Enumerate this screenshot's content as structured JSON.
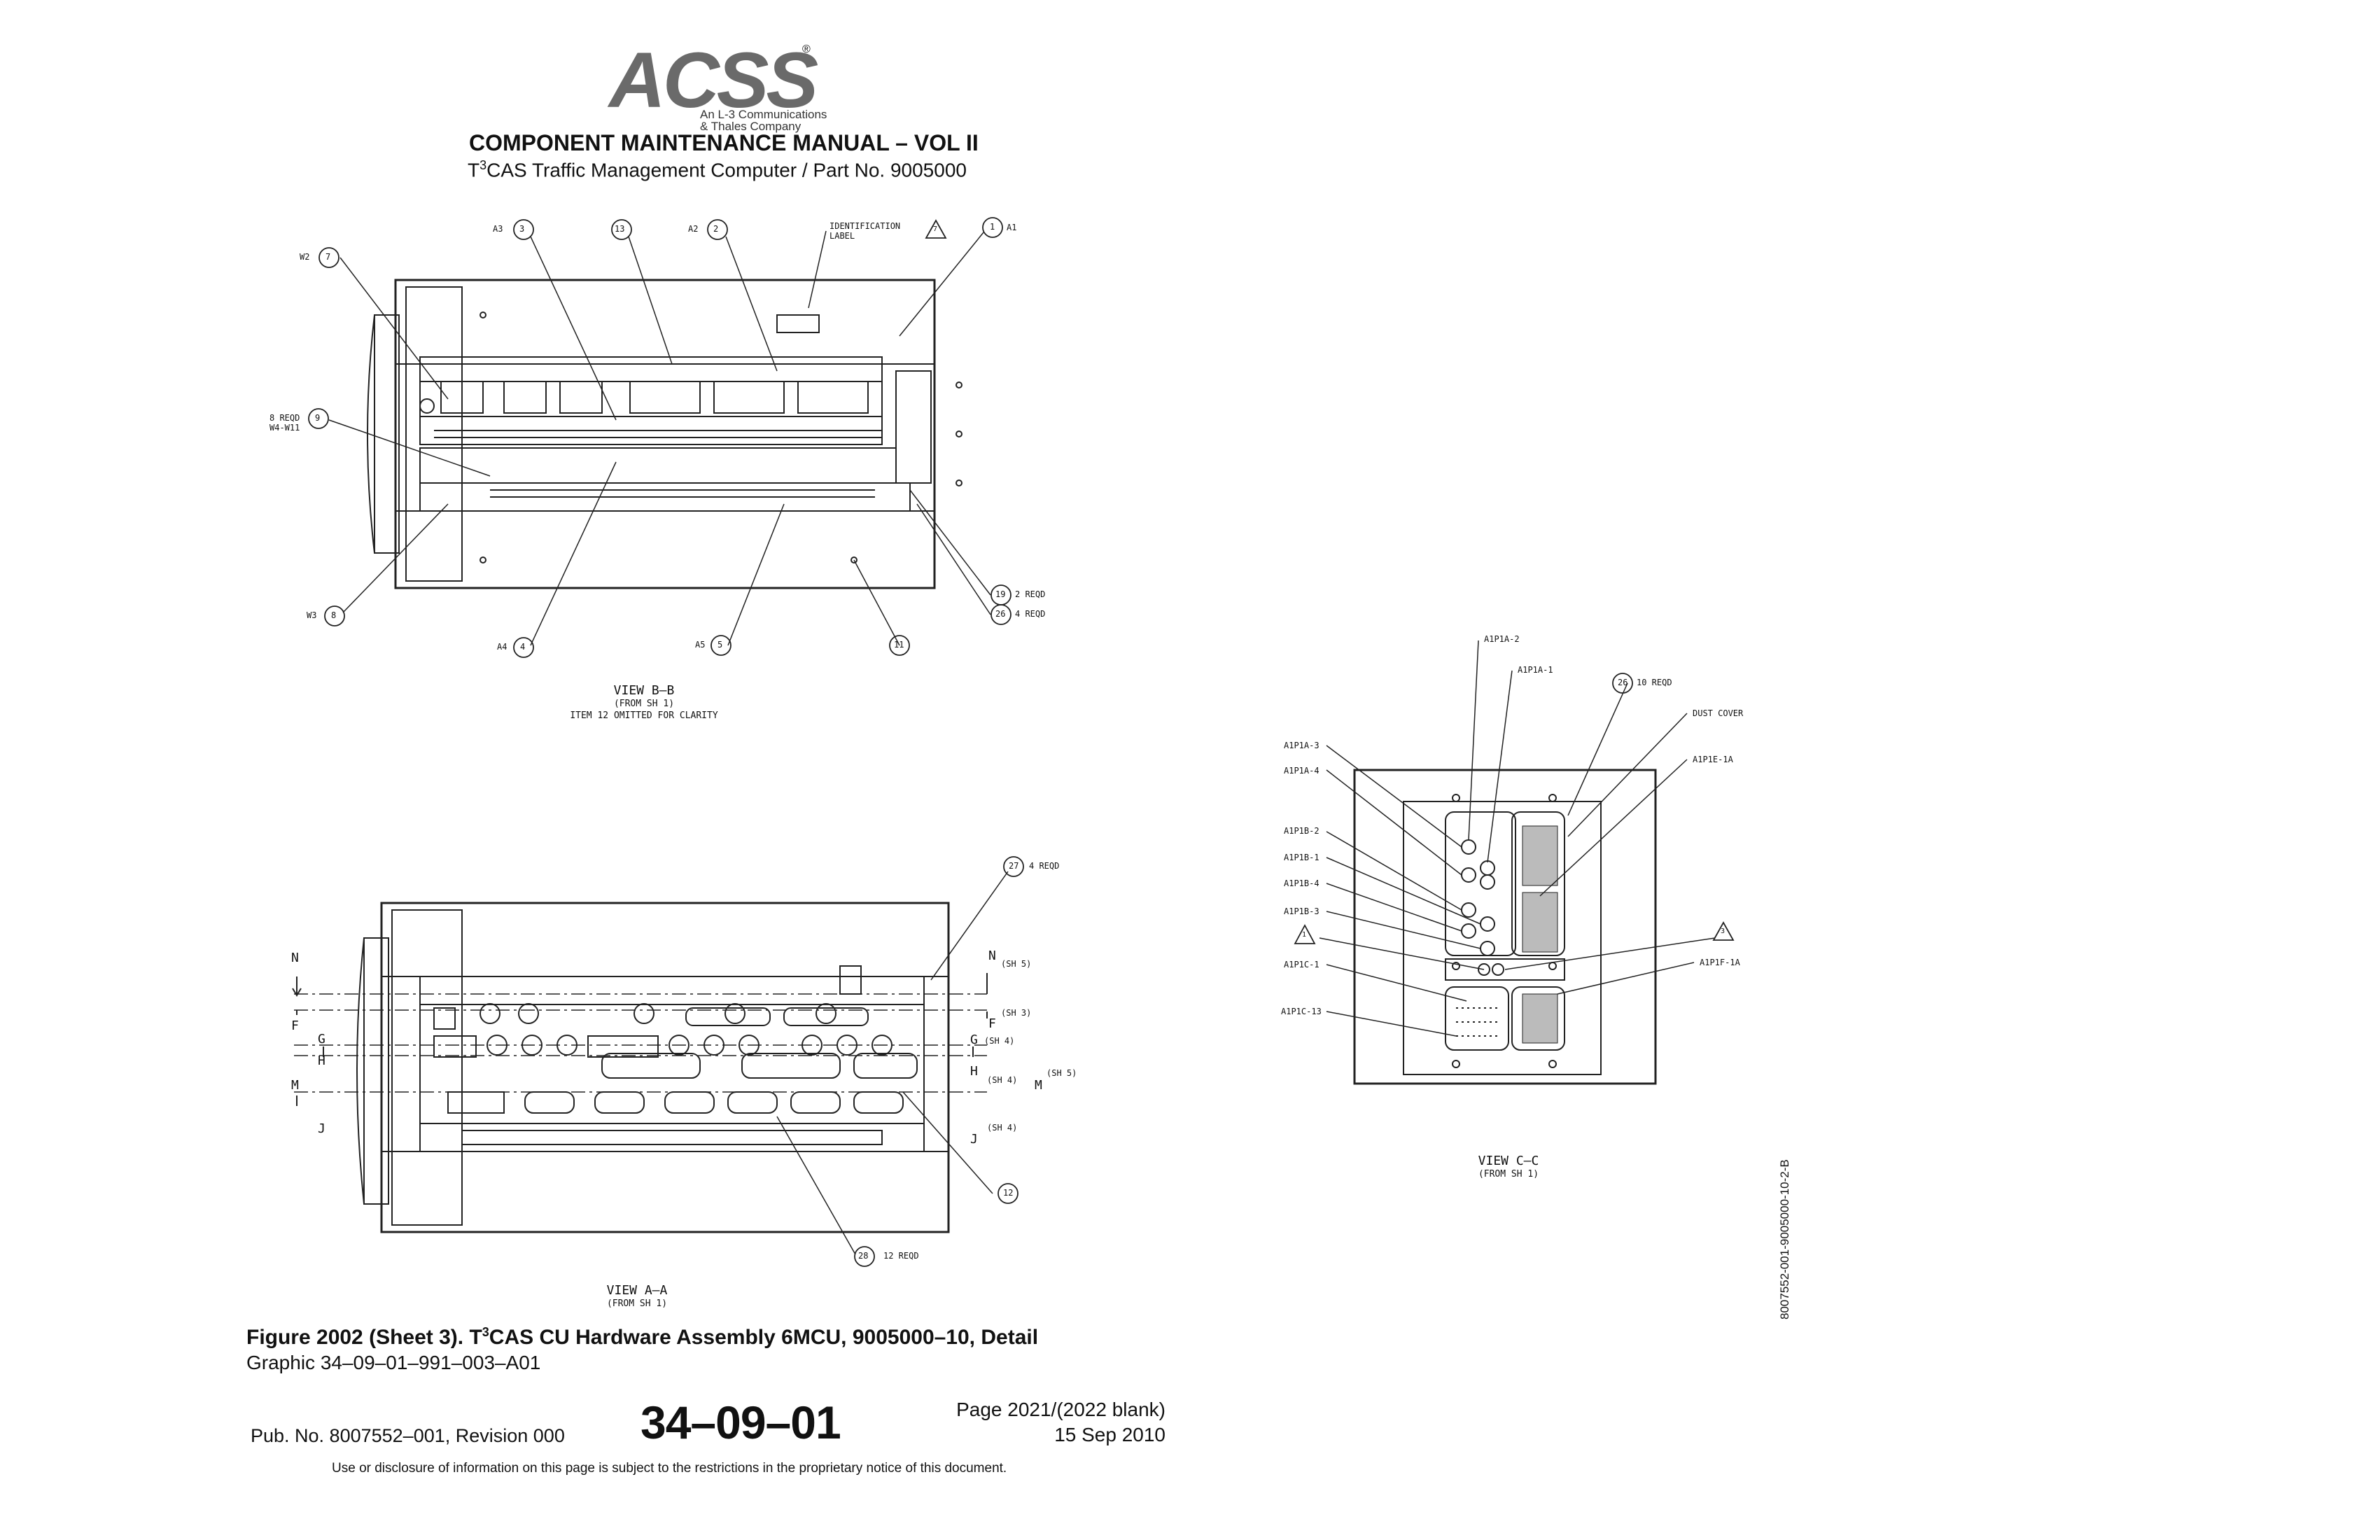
{
  "header": {
    "logo_text": "ACSS",
    "logo_sub1": "An L-3 Communications",
    "logo_sub2": "& Thales Company",
    "title": "COMPONENT MAINTENANCE MANUAL – VOL II",
    "subtitle_pre": "T",
    "subtitle_sup": "3",
    "subtitle_post": "CAS Traffic Management Computer / Part No. 9005000"
  },
  "view_bb": {
    "title": "VIEW B–B",
    "from": "(FROM SH 1)",
    "note": "ITEM 12 OMITTED FOR CLARITY",
    "callouts": {
      "a3": "A3",
      "a2": "A2",
      "a1": "A1",
      "w2": "W2",
      "reqd8": "8 REQD",
      "w4w11": "W4-W11",
      "w3": "W3",
      "a4": "A4",
      "a5": "A5",
      "ident": "IDENTIFICATION",
      "label": "LABEL",
      "reqd2": "2 REQD",
      "reqd4": "4 REQD",
      "n3": "3",
      "n13": "13",
      "n2": "2",
      "n1": "1",
      "n7": "7",
      "n9": "9",
      "n8": "8",
      "n4": "4",
      "n5": "5",
      "n11": "11",
      "n19": "19",
      "n26": "26",
      "tri7": "7"
    }
  },
  "view_aa": {
    "title": "VIEW A–A",
    "from": "(FROM SH 1)",
    "callouts": {
      "n27": "27",
      "reqd4": "4 REQD",
      "n12": "12",
      "n28": "28",
      "reqd12": "12 REQD",
      "N": "N",
      "F": "F",
      "G": "G",
      "H": "H",
      "M": "M",
      "J": "J",
      "sh5": "(SH 5)",
      "sh3": "(SH 3)",
      "sh4": "(SH 4)"
    }
  },
  "view_cc": {
    "title": "VIEW C–C",
    "from": "(FROM SH 1)",
    "callouts": {
      "a1p1a2": "A1P1A-2",
      "a1p1a1": "A1P1A-1",
      "n26": "26",
      "reqd10": "10 REQD",
      "dust": "DUST COVER",
      "a1p1e1a": "A1P1E-1A",
      "a1p1a3": "A1P1A-3",
      "a1p1a4": "A1P1A-4",
      "a1p1b2": "A1P1B-2",
      "a1p1b1": "A1P1B-1",
      "a1p1b4": "A1P1B-4",
      "a1p1b3": "A1P1B-3",
      "tri1": "1",
      "tri3": "3",
      "a1p1c1": "A1P1C-1",
      "a1p1f1a": "A1P1F-1A",
      "a1p1c13": "A1P1C-13"
    }
  },
  "figure": {
    "caption_pre": "Figure 2002 (Sheet 3).   T",
    "caption_sup": "3",
    "caption_post": "CAS CU Hardware Assembly 6MCU, 9005000–10, Detail",
    "graphic": "Graphic  34–09–01–991–003–A01"
  },
  "footer": {
    "pub": "Pub. No. 8007552–001, Revision 000",
    "page_code": "34–09–01",
    "page": "Page 2021/(2022 blank)",
    "date": "15 Sep 2010",
    "notice": "Use or disclosure of information on this page is subject to the restrictions in the proprietary notice of this document."
  },
  "side_code": "8007552-001-9005000-10-2-B"
}
